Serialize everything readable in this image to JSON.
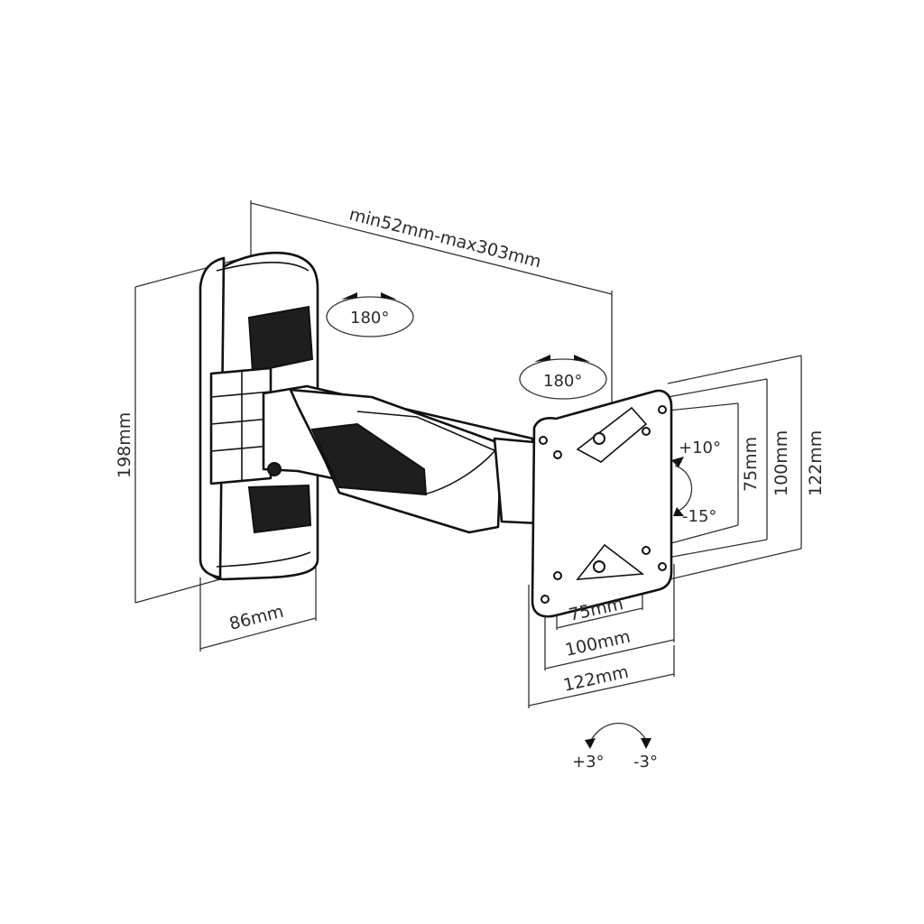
{
  "dimensions": {
    "arm_extension": "min52mm-max303mm",
    "wall_plate_height": "198mm",
    "wall_plate_width": "86mm",
    "vesa_v_75": "75mm",
    "vesa_v_100": "100mm",
    "vesa_v_122": "122mm",
    "vesa_h_75": "75mm",
    "vesa_h_100": "100mm",
    "vesa_h_122": "122mm"
  },
  "rotation": {
    "wall_swivel": "180°",
    "arm_swivel": "180°",
    "tilt_up": "+10°",
    "tilt_down": "-15°",
    "roll_plus": "+3°",
    "roll_minus": "-3°"
  },
  "colors": {
    "line": "#111111",
    "dimension_line": "#333333",
    "text": "#2b2b2b",
    "background": "#ffffff"
  }
}
